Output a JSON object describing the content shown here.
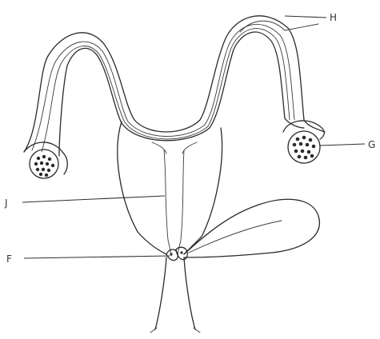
{
  "labels": {
    "H": "H",
    "G": "G",
    "J": "J",
    "F": "F"
  }
}
